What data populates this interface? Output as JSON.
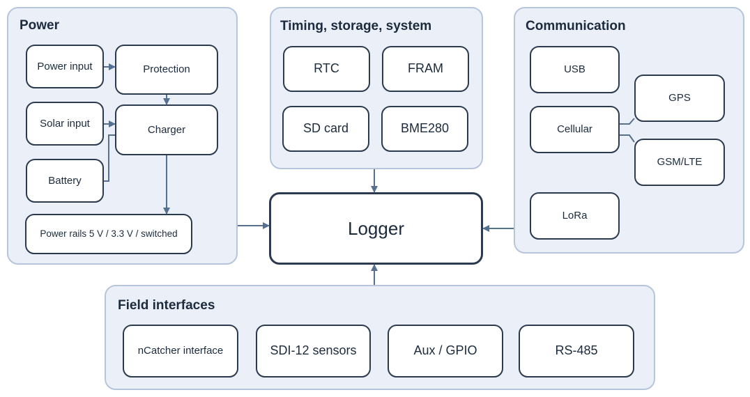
{
  "groups": {
    "power": {
      "title": "Power"
    },
    "timing": {
      "title": "Timing, storage, system"
    },
    "communication": {
      "title": "Communication"
    },
    "field": {
      "title": "Field interfaces"
    }
  },
  "blocks": {
    "power_input": "Power input",
    "protection": "Protection",
    "solar_input": "Solar input",
    "charger": "Charger",
    "battery": "Battery",
    "power_rails": "Power rails 5 V / 3.3 V / switched",
    "rtc": "RTC",
    "fram": "FRAM",
    "sd_card": "SD card",
    "bme280": "BME280",
    "usb": "USB",
    "gps": "GPS",
    "cellular": "Cellular",
    "gsm_lte": "GSM/LTE",
    "lora": "LoRa",
    "logger": "Logger",
    "ncatcher": "nCatcher interface",
    "sdi12": "SDI-12 sensors",
    "aux_gpio": "Aux / GPIO",
    "rs485": "RS-485"
  },
  "colors": {
    "group_fill": "#ebf0f8",
    "group_border": "#b6c5dc",
    "box_border": "#2b3a4e",
    "arrow": "#56708f"
  }
}
